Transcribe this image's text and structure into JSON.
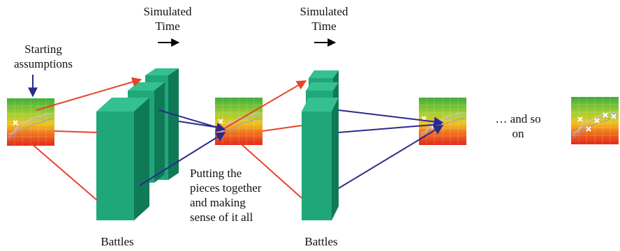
{
  "labels": {
    "sim_time_1_line1": "Simulated",
    "sim_time_1_line2": "Time",
    "sim_time_2_line1": "Simulated",
    "sim_time_2_line2": "Time",
    "starting_line1": "Starting",
    "starting_line2": "assumptions",
    "putting_line1": "Putting the",
    "putting_line2": "pieces together",
    "putting_line3": "and making",
    "putting_line4": "sense of it all",
    "battles_1": "Battles",
    "battles_2": "Battles",
    "and_so_on_line1": "… and so",
    "and_so_on_line2": "on"
  },
  "colors": {
    "block_front": "#1fa77a",
    "block_side": "#0f7a55",
    "block_top": "#35c08f",
    "red_arrow": "#e8432a",
    "blue_arrow": "#2a2a8e",
    "marker": "#ffffff"
  },
  "icons": {
    "time_arrow": "right-arrow-icon",
    "starting_arrow": "down-arrow-icon",
    "marker": "x-mark-icon"
  }
}
